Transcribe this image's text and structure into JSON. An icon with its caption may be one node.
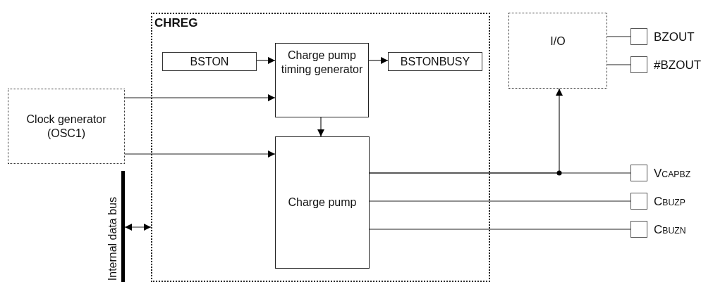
{
  "diagram": {
    "nodes": [
      {
        "text": [
          "CHREG"
        ]
      },
      {
        "text": [
          "BSTON"
        ],
        "in": 0
      },
      {
        "text": [
          "Charge pump timing generator"
        ],
        "in": 0
      },
      {
        "text": [
          "BSTONBUSY"
        ],
        "in": 0
      },
      {
        "text": [
          "Charge pump"
        ],
        "in": 0
      },
      {
        "text": [
          "Clock generator (OSC1)"
        ]
      },
      {
        "text": [
          "Internal data bus"
        ]
      },
      {
        "text": [
          "I/O"
        ]
      },
      {
        "text": [],
        "shape": "box",
        "beside": [
          "BZOUT"
        ]
      },
      {
        "text": [],
        "shape": "box",
        "beside": [
          "#BZOUT"
        ]
      },
      {
        "text": [],
        "shape": "box",
        "beside": [
          "V$_{CAPBZ}$"
        ]
      },
      {
        "text": [],
        "shape": "box",
        "beside": [
          "C$_{BUZP}$"
        ]
      },
      {
        "text": [],
        "shape": "box",
        "beside": [
          "C$_{BUZN}$"
        ]
      }
    ],
    "edges": [
      {
        "from": 1,
        "to": 2,
        "arrow": "to"
      },
      {
        "from": 2,
        "to": 3,
        "arrow": "to"
      },
      {
        "from": 5,
        "to": 2,
        "arrow": "to"
      },
      {
        "from": 5,
        "to": 4,
        "arrow": "to"
      },
      {
        "from": 2,
        "to": 4,
        "arrow": "to"
      },
      {
        "from": 6,
        "to": 0,
        "arrow": "both"
      },
      {
        "from": 7,
        "to": 8,
        "arrow": "none"
      },
      {
        "from": 7,
        "to": 9,
        "arrow": "none"
      },
      {
        "from": 4,
        "to": 10,
        "arrow": "none"
      },
      {
        "from": 4,
        "to": 7,
        "arrow": "to"
      },
      {
        "from": 4,
        "to": 11,
        "arrow": "none"
      },
      {
        "from": 4,
        "to": 12,
        "arrow": "none"
      }
    ]
  }
}
